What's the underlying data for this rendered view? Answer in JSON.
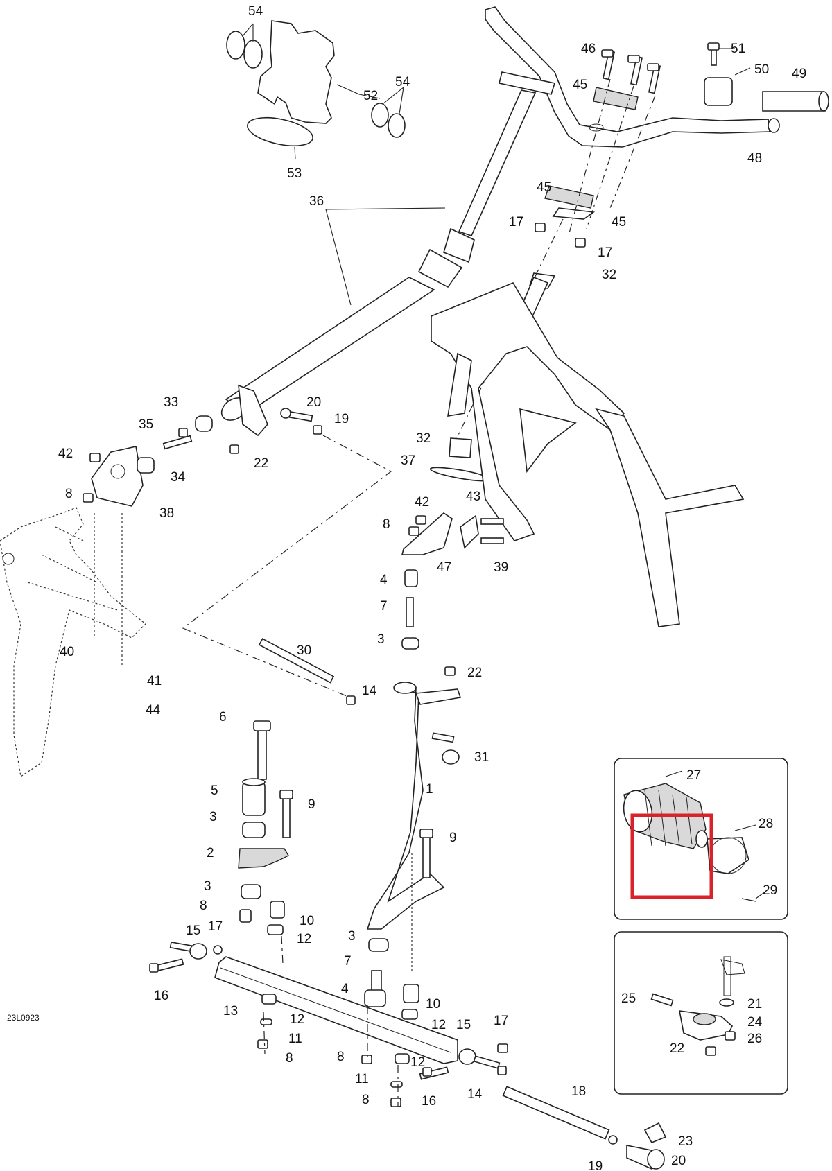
{
  "drawing_code": "23L0923",
  "callouts": [
    {
      "id": "c54a",
      "text": "54"
    },
    {
      "id": "c54b",
      "text": "54"
    },
    {
      "id": "c52",
      "text": "52"
    },
    {
      "id": "c53",
      "text": "53"
    },
    {
      "id": "c46",
      "text": "46"
    },
    {
      "id": "c51",
      "text": "51"
    },
    {
      "id": "c50",
      "text": "50"
    },
    {
      "id": "c49",
      "text": "49"
    },
    {
      "id": "c45a",
      "text": "45"
    },
    {
      "id": "c48",
      "text": "48"
    },
    {
      "id": "c45b",
      "text": "45"
    },
    {
      "id": "c45c",
      "text": "45"
    },
    {
      "id": "c17a",
      "text": "17"
    },
    {
      "id": "c17b",
      "text": "17"
    },
    {
      "id": "c36",
      "text": "36"
    },
    {
      "id": "c32a",
      "text": "32"
    },
    {
      "id": "c33",
      "text": "33"
    },
    {
      "id": "c20a",
      "text": "20"
    },
    {
      "id": "c35",
      "text": "35"
    },
    {
      "id": "c19a",
      "text": "19"
    },
    {
      "id": "c22a",
      "text": "22"
    },
    {
      "id": "c42a",
      "text": "42"
    },
    {
      "id": "c34",
      "text": "34"
    },
    {
      "id": "c32b",
      "text": "32"
    },
    {
      "id": "c37",
      "text": "37"
    },
    {
      "id": "c8a",
      "text": "8"
    },
    {
      "id": "c38",
      "text": "38"
    },
    {
      "id": "c42b",
      "text": "42"
    },
    {
      "id": "c43",
      "text": "43"
    },
    {
      "id": "c8b",
      "text": "8"
    },
    {
      "id": "c47",
      "text": "47"
    },
    {
      "id": "c39",
      "text": "39"
    },
    {
      "id": "c4a",
      "text": "4"
    },
    {
      "id": "c7a",
      "text": "7"
    },
    {
      "id": "c3a",
      "text": "3"
    },
    {
      "id": "c40",
      "text": "40"
    },
    {
      "id": "c30",
      "text": "30"
    },
    {
      "id": "c41",
      "text": "41"
    },
    {
      "id": "c22b",
      "text": "22"
    },
    {
      "id": "c44",
      "text": "44"
    },
    {
      "id": "c14a",
      "text": "14"
    },
    {
      "id": "c6",
      "text": "6"
    },
    {
      "id": "c31",
      "text": "31"
    },
    {
      "id": "c1",
      "text": "1"
    },
    {
      "id": "c5",
      "text": "5"
    },
    {
      "id": "c9a",
      "text": "9"
    },
    {
      "id": "c3b",
      "text": "3"
    },
    {
      "id": "c9b",
      "text": "9"
    },
    {
      "id": "c2",
      "text": "2"
    },
    {
      "id": "c3c",
      "text": "3"
    },
    {
      "id": "c8c",
      "text": "8"
    },
    {
      "id": "c10a",
      "text": "10"
    },
    {
      "id": "c12a",
      "text": "12"
    },
    {
      "id": "c15a",
      "text": "15"
    },
    {
      "id": "c17c",
      "text": "17"
    },
    {
      "id": "c3d",
      "text": "3"
    },
    {
      "id": "c16a",
      "text": "16"
    },
    {
      "id": "c7b",
      "text": "7"
    },
    {
      "id": "c13",
      "text": "13"
    },
    {
      "id": "c4b",
      "text": "4"
    },
    {
      "id": "c10b",
      "text": "10"
    },
    {
      "id": "c12b",
      "text": "12"
    },
    {
      "id": "c12c",
      "text": "12"
    },
    {
      "id": "c11a",
      "text": "11"
    },
    {
      "id": "c8d",
      "text": "8"
    },
    {
      "id": "c15b",
      "text": "15"
    },
    {
      "id": "c17d",
      "text": "17"
    },
    {
      "id": "c8e",
      "text": "8"
    },
    {
      "id": "c12d",
      "text": "12"
    },
    {
      "id": "c11b",
      "text": "11"
    },
    {
      "id": "c16b",
      "text": "16"
    },
    {
      "id": "c14b",
      "text": "14"
    },
    {
      "id": "c8f",
      "text": "8"
    },
    {
      "id": "c18",
      "text": "18"
    },
    {
      "id": "c23",
      "text": "23"
    },
    {
      "id": "c19b",
      "text": "19"
    },
    {
      "id": "c20b",
      "text": "20"
    },
    {
      "id": "c27",
      "text": "27"
    },
    {
      "id": "c28",
      "text": "28"
    },
    {
      "id": "c29",
      "text": "29"
    },
    {
      "id": "c25",
      "text": "25"
    },
    {
      "id": "c21",
      "text": "21"
    },
    {
      "id": "c24",
      "text": "24"
    },
    {
      "id": "c26",
      "text": "26"
    },
    {
      "id": "c22c",
      "text": "22"
    }
  ],
  "highlight": {
    "color": "#d9232a"
  }
}
